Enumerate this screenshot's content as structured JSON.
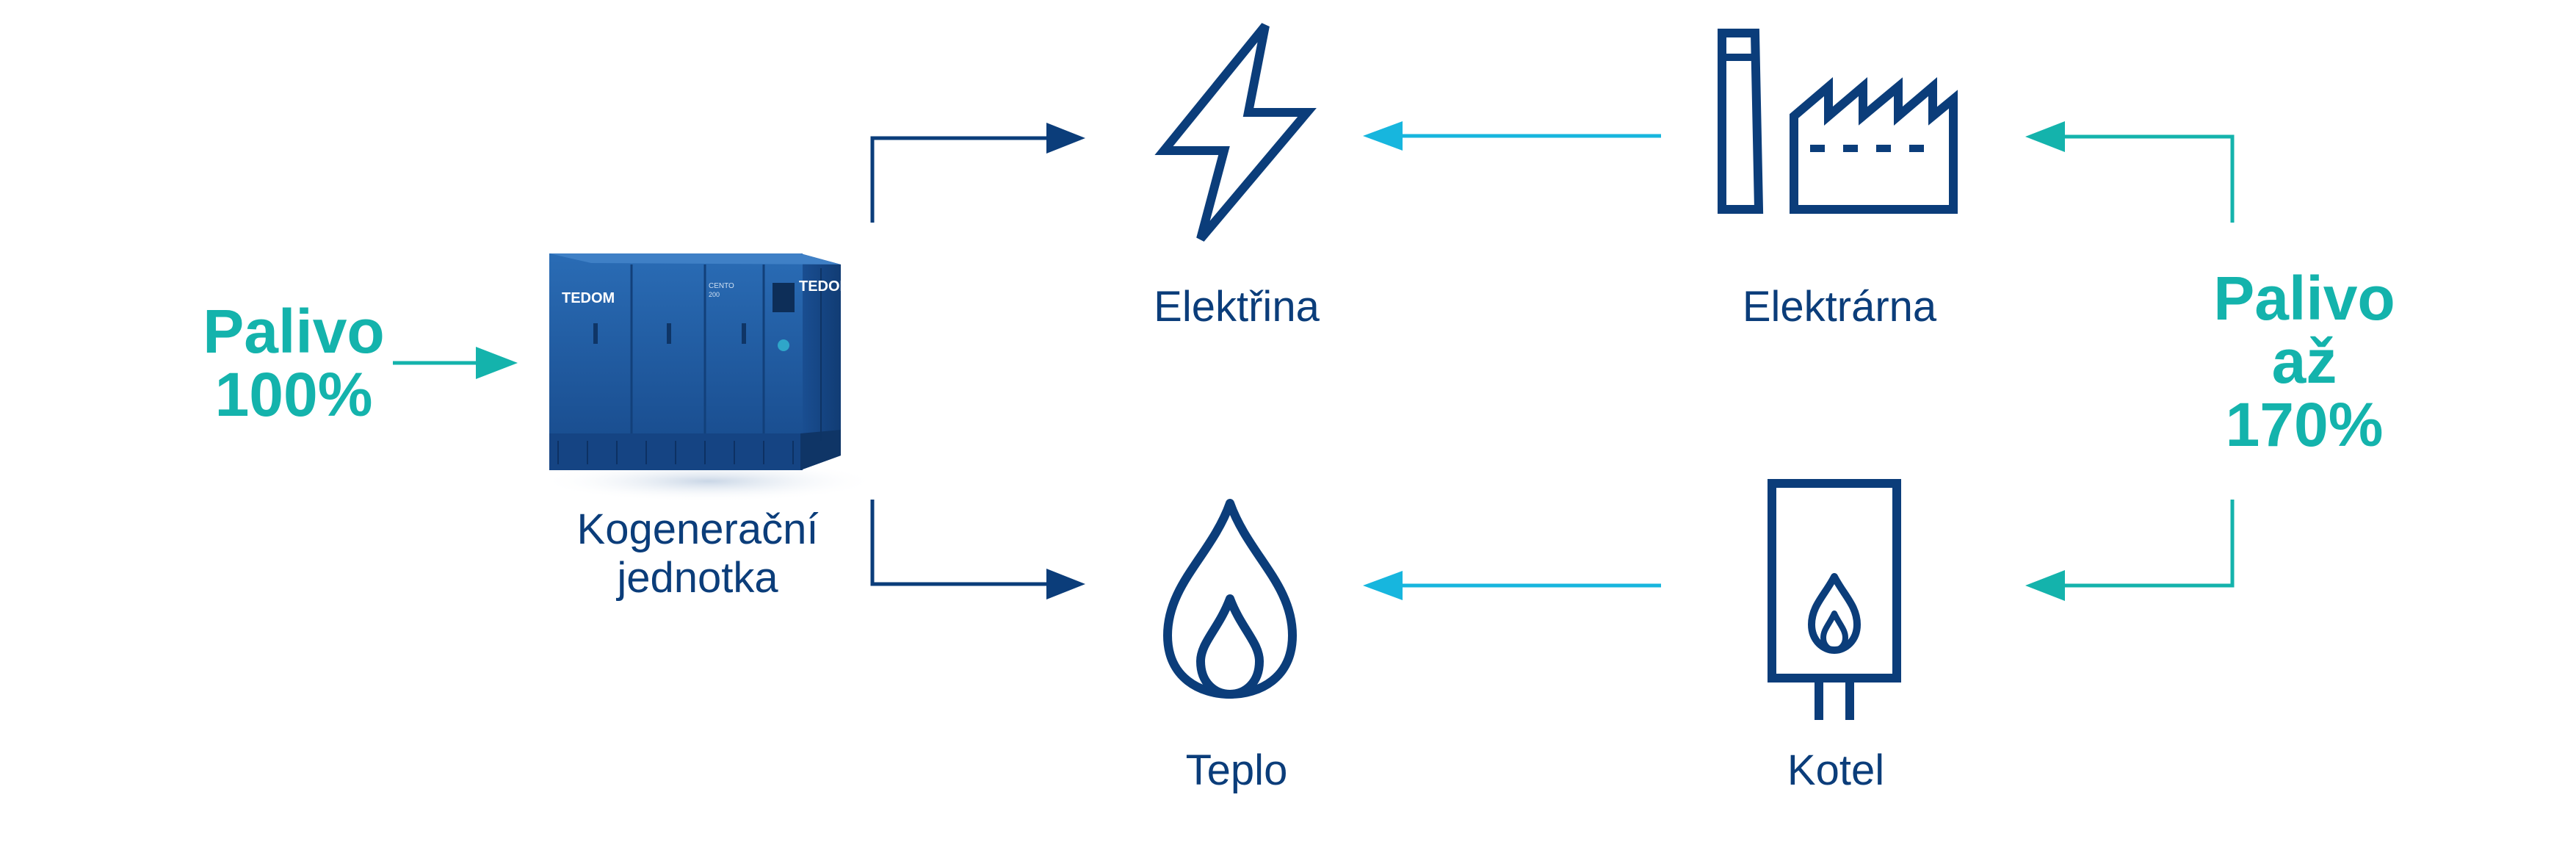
{
  "colors": {
    "navy": "#0b3d7a",
    "teal": "#14b3ac",
    "cyan": "#17b6de",
    "unit_blue": "#1f5fa6"
  },
  "left_fuel": {
    "line1": "Palivo",
    "line2": "100%"
  },
  "right_fuel": {
    "line1": "Palivo",
    "line2": "až",
    "line3": "170%"
  },
  "chp_unit": {
    "label_line1": "Kogenerační",
    "label_line2": "jednotka",
    "brand": "TEDOM",
    "brand_front": "TEDOM",
    "model": "CENTO",
    "model_sub": "200"
  },
  "nodes": {
    "electricity": {
      "label": "Elektřina",
      "icon": "lightning-icon"
    },
    "power_plant": {
      "label": "Elektrárna",
      "icon": "factory-icon"
    },
    "heat": {
      "label": "Teplo",
      "icon": "flame-icon"
    },
    "boiler": {
      "label": "Kotel",
      "icon": "boiler-icon"
    }
  }
}
